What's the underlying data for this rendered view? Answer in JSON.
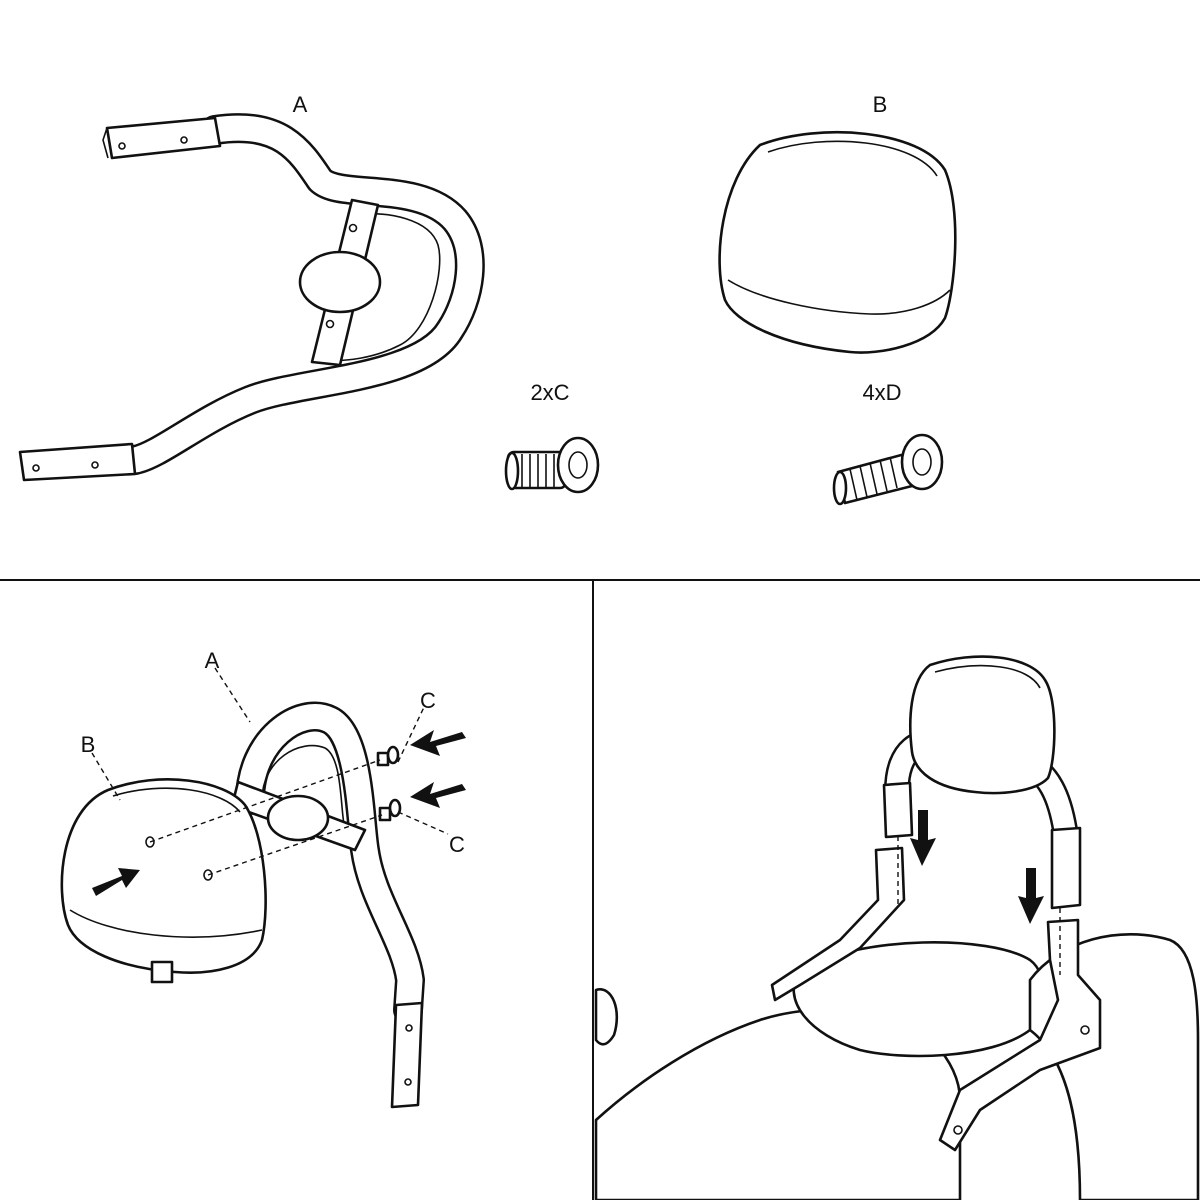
{
  "top_panel": {
    "label_a": "A",
    "label_b": "B",
    "label_c": "2xC",
    "label_d": "4xD"
  },
  "step1_panel": {
    "label_a": "A",
    "label_b": "B",
    "label_c_top": "C",
    "label_c_bottom": "C"
  }
}
